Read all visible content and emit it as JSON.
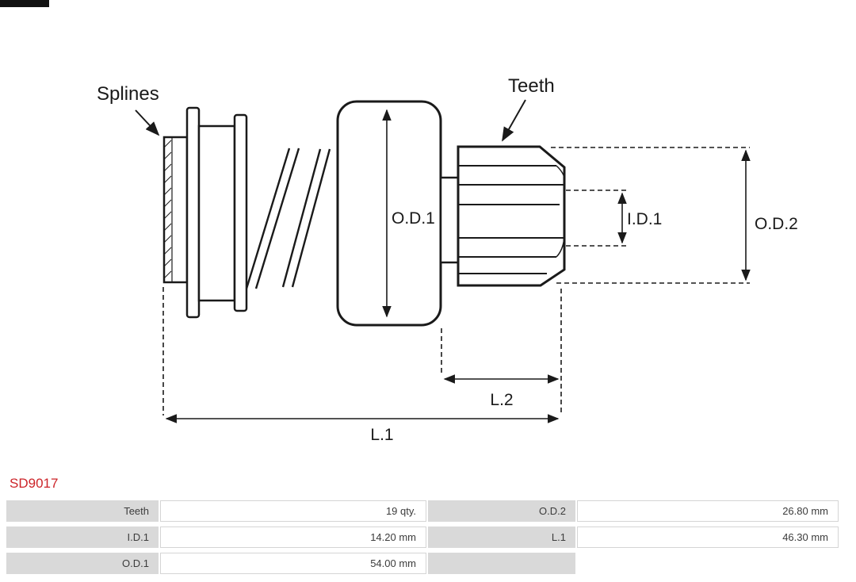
{
  "part_number": "SD9017",
  "colors": {
    "part_number_red": "#cc2429",
    "table_label_bg": "#d9d9d9",
    "table_value_border": "#d5d5d5",
    "diagram_line": "#1a1a1a"
  },
  "diagram": {
    "labels": {
      "splines": "Splines",
      "teeth": "Teeth",
      "od1": "O.D.1",
      "id1": "I.D.1",
      "od2": "O.D.2",
      "l2": "L.2",
      "l1": "L.1"
    }
  },
  "table": {
    "rows": [
      {
        "c0": "Teeth",
        "v0": "19 qty.",
        "c1": "O.D.2",
        "v1": "26.80 mm"
      },
      {
        "c0": "I.D.1",
        "v0": "14.20 mm",
        "c1": "L.1",
        "v1": "46.30 mm"
      },
      {
        "c0": "O.D.1",
        "v0": "54.00 mm",
        "c1": "",
        "v1": ""
      }
    ]
  }
}
